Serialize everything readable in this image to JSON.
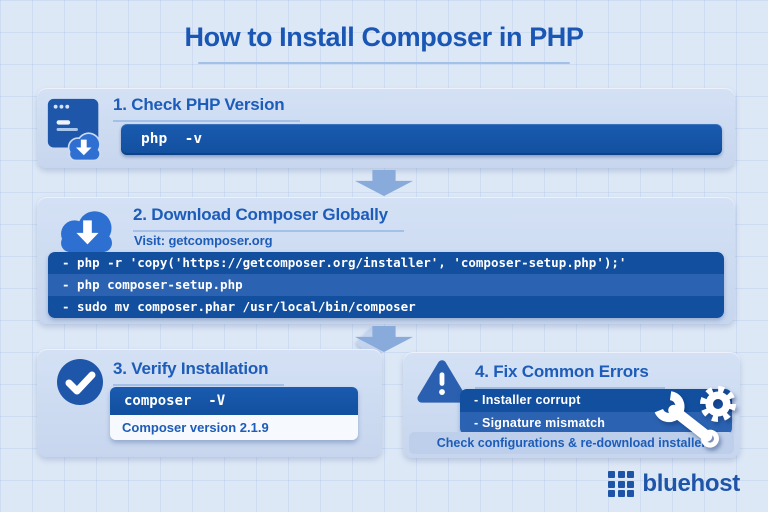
{
  "title": "How to Install Composer in PHP",
  "step1": {
    "heading": "1. Check PHP Version",
    "command": "php  -v"
  },
  "step2": {
    "heading": "2. Download Composer Globally",
    "visit": "Visit: getcomposer.org",
    "commands": [
      "- php -r 'copy('https://getcomposer.org/installer', 'composer-setup.php');'",
      "- php composer-setup.php",
      "- sudo mv composer.phar /usr/local/bin/composer"
    ]
  },
  "step3": {
    "heading": "3. Verify Installation",
    "command": "composer  -V",
    "output": "Composer version 2.1.9"
  },
  "step4": {
    "heading": "4. Fix Common Errors",
    "errors": [
      "- Installer corrupt",
      "- Signature mismatch"
    ],
    "note": "Check configurations & re-download installer"
  },
  "brand": {
    "name": "bluehost"
  },
  "icons": {
    "step1": "terminal-window-cloud-download-icon",
    "step2": "cloud-download-icon",
    "step3": "check-circle-icon",
    "step4": "warning-triangle-icon",
    "tools": "wrench-gear-icon",
    "brand": "bluehost-grid-logo"
  },
  "colors": {
    "background": "#dde8f6",
    "panel": "#cddbf2",
    "accent": "#1d5cb8",
    "command_bg": "#124f9f",
    "command_row_alt": "#2b63b2",
    "arrow": "#88abdc",
    "brand_blue": "#1e55a9",
    "command_text": "#ffffff"
  }
}
